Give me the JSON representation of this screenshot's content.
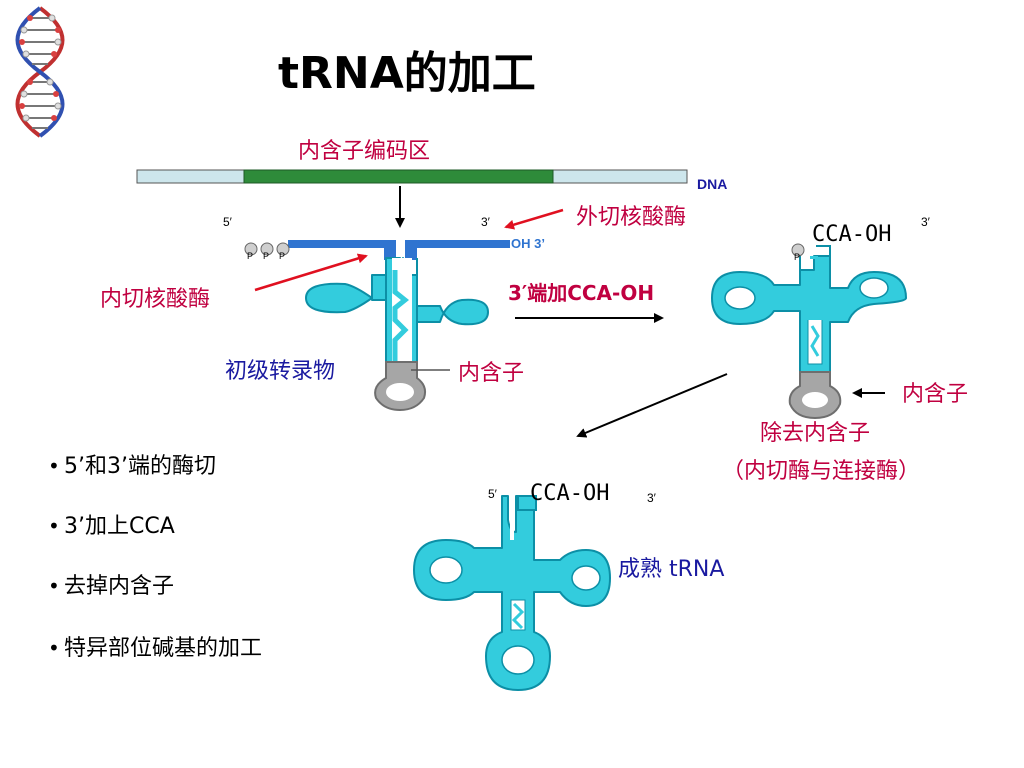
{
  "title": "tRNA的加工",
  "colors": {
    "red_label": "#c00040",
    "blue_label": "#1a1aa0",
    "arrow_red": "#e01020",
    "dna_green": "#2e8b3a",
    "dna_flank": "#cde6ec",
    "trna_fill": "#33ccdd",
    "trna_edge": "#0c8fa6",
    "primary_blue": "#2f74d0",
    "intron_gray": "#a6a6a6",
    "black": "#000000"
  },
  "diagram": {
    "dna_intron_region_label": "内含子编码区",
    "dna_label": "DNA",
    "primary": {
      "five_prime": "5′",
      "three_prime": "3′",
      "phosphates": [
        "P",
        "P",
        "P"
      ],
      "oh_label": "OH 3’",
      "exonuclease_label": "外切核酸酶",
      "endonuclease_label": "内切核酸酶",
      "name_label": "初级转录物",
      "intron_label": "内含子"
    },
    "step1_label": "3′端加CCA-OH",
    "intermediate": {
      "cca_label": "CCA-OH",
      "three_prime": "3′",
      "phosphate": "P",
      "intron_label": "内含子",
      "remove_label": "除去内含子",
      "enzyme_label": "（内切酶与连接酶）"
    },
    "mature": {
      "five_prime": "5′",
      "cca_label": "CCA-OH",
      "three_prime": "3′",
      "name_label": "成熟 tRNA"
    }
  },
  "bullets": [
    "5’和3’端的酶切",
    "3’加上CCA",
    "去掉内含子",
    "特异部位碱基的加工"
  ]
}
